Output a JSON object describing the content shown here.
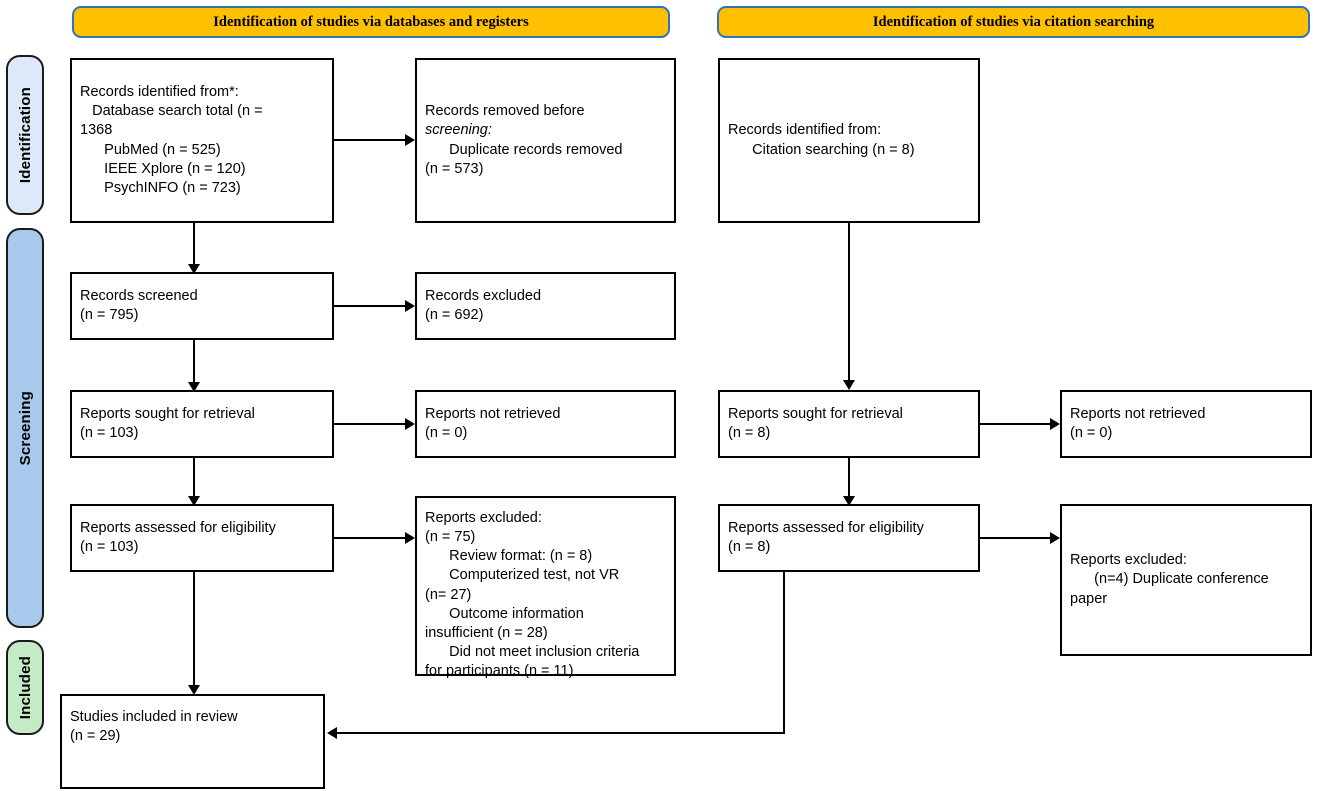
{
  "diagram": {
    "type": "prisma-flow-diagram",
    "banners": [
      {
        "id": "databases",
        "label": "Identification of studies via databases and registers"
      },
      {
        "id": "citation",
        "label": "Identification of studies via citation searching"
      }
    ],
    "stages": [
      {
        "id": "identification",
        "label": "Identification",
        "color": "#DCE9F8"
      },
      {
        "id": "screening",
        "label": "Screening",
        "color": "#A6C9EC"
      },
      {
        "id": "included",
        "label": "Included",
        "color": "#C5EAC6"
      }
    ],
    "boxes": {
      "records_identified": {
        "title": "Records identified from*:",
        "lines": [
          "   Database search total (n =",
          "1368",
          "      PubMed (n = 525)",
          "      IEEE Xplore (n = 120)",
          "      PsychINFO (n = 723)"
        ]
      },
      "records_removed": {
        "title": "Records removed before",
        "subtitle": "screening:",
        "lines": [
          "      Duplicate records removed",
          "(n = 573)"
        ]
      },
      "records_screened": {
        "title": "Records screened",
        "count": "(n = 795)"
      },
      "records_excluded": {
        "title": "Records excluded",
        "count": "(n = 692)"
      },
      "reports_sought": {
        "title": "Reports sought for retrieval",
        "count": "(n = 103)"
      },
      "reports_not_retrieved": {
        "title": "Reports not retrieved",
        "count": "(n = 0)"
      },
      "reports_assessed": {
        "title": "Reports assessed for eligibility",
        "count": "(n = 103)"
      },
      "reports_excluded": {
        "title": "Reports excluded:",
        "count": "(n = 75)",
        "reasons": [
          "      Review format: (n = 8)",
          "      Computerized test, not VR",
          "(n= 27)",
          "      Outcome information",
          "insufficient (n = 28)",
          "      Did not meet inclusion criteria",
          "for participants (n = 11)"
        ]
      },
      "studies_included": {
        "title": "Studies included in review",
        "count": "(n = 29)"
      },
      "citation_identified": {
        "title": "Records identified from:",
        "lines": [
          "      Citation searching (n = 8)"
        ]
      },
      "citation_sought": {
        "title": "Reports sought for retrieval",
        "count": "(n = 8)"
      },
      "citation_not_retrieved": {
        "title": "Reports not retrieved",
        "count": "(n = 0)"
      },
      "citation_assessed": {
        "title": "Reports assessed for eligibility",
        "count": "(n = 8)"
      },
      "citation_excluded": {
        "title": "Reports excluded:",
        "lines": [
          "      (n=4) Duplicate conference",
          "paper"
        ]
      }
    },
    "colors": {
      "banner_fill": "#FFC000",
      "banner_border": "#2E75B6",
      "box_border": "#000000",
      "connector": "#000000"
    }
  }
}
